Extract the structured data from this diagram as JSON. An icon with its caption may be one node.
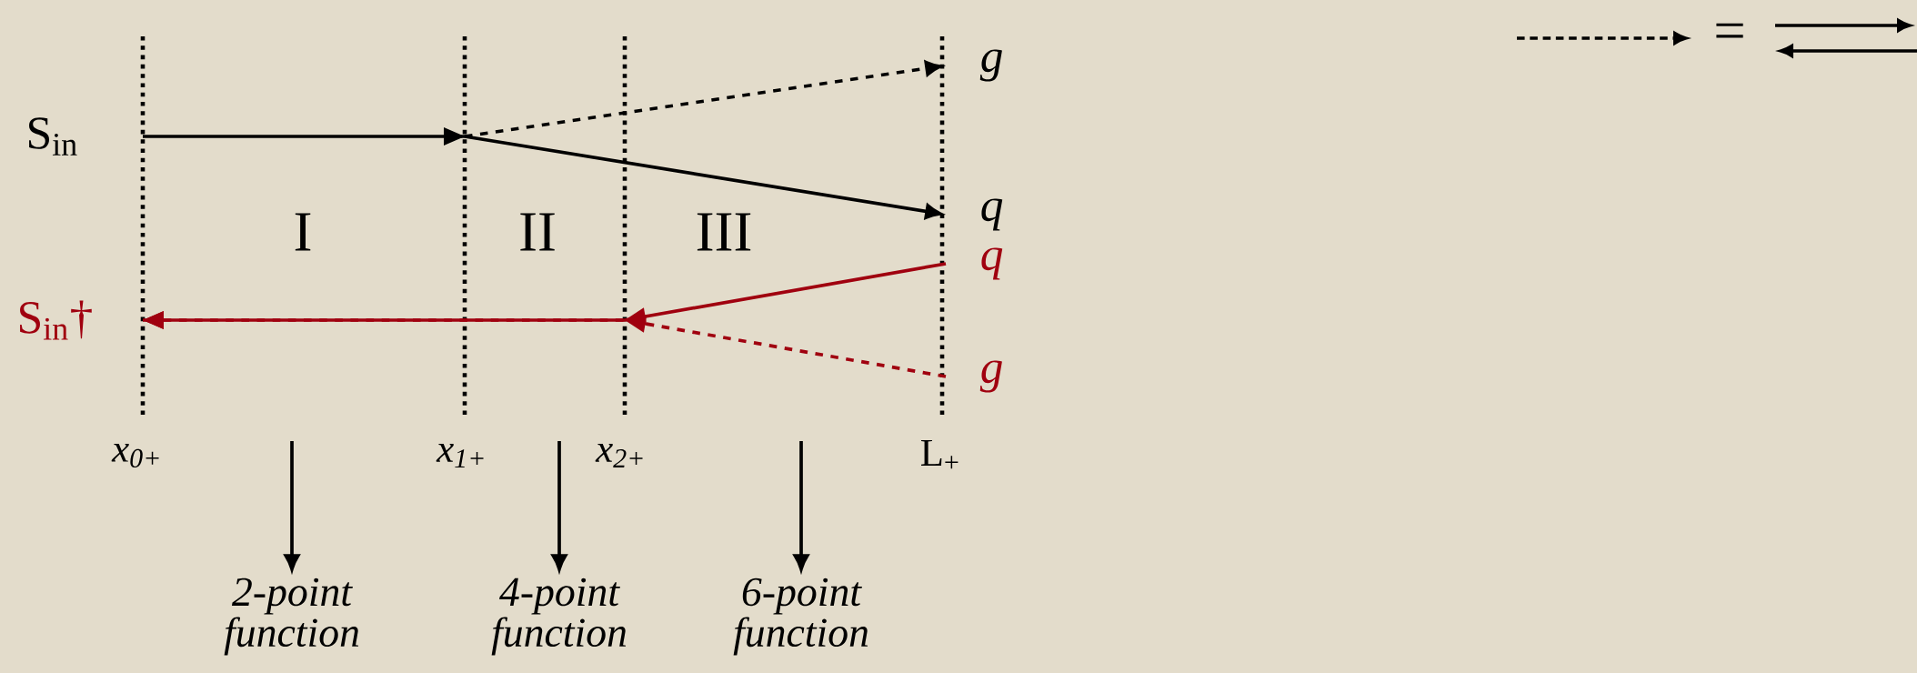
{
  "diagram": {
    "nodes": [
      {
        "text": [
          "S$_{in}$"
        ]
      },
      {
        "text": [
          "g"
        ]
      },
      {
        "text": [
          "q"
        ]
      },
      {
        "text": [
          "q"
        ]
      },
      {
        "text": [
          "g"
        ]
      },
      {
        "text": [
          "S$_{in}$†"
        ]
      },
      {
        "text": [
          "2-point function"
        ]
      },
      {
        "text": [
          "4-point function"
        ]
      },
      {
        "text": [
          "6-point function"
        ]
      }
    ],
    "edges": [
      {
        "from": 0,
        "to": 1,
        "arrow": "to",
        "style": "dashed"
      },
      {
        "from": 0,
        "to": 2,
        "arrow": "to"
      },
      {
        "from": 3,
        "to": 5,
        "arrow": "to",
        "color": "#a0000f"
      },
      {
        "from": 4,
        "to": 5,
        "arrow": "to",
        "style": "dashed",
        "color": "#a0000f"
      },
      {
        "from": null,
        "to": 6,
        "arrow": "to"
      },
      {
        "from": null,
        "to": 7,
        "arrow": "to"
      },
      {
        "from": null,
        "to": 8,
        "arrow": "to"
      }
    ],
    "labels": [
      "=",
      "I",
      "II",
      "III",
      "x$_{0+}$",
      "x$_{1+}$",
      "x$_{2+}$",
      "L$_{+}$"
    ]
  }
}
